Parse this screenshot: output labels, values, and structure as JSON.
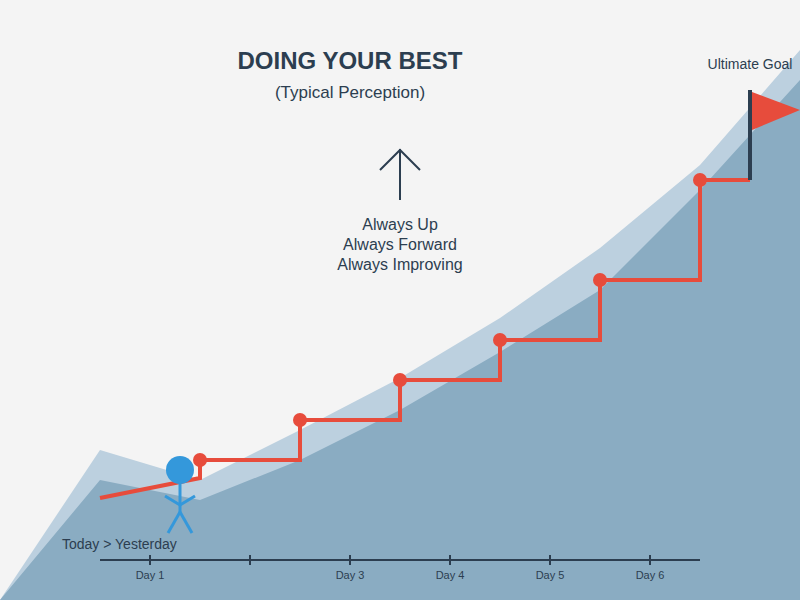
{
  "diagram": {
    "title": "DOING YOUR BEST",
    "labels": [
      "(Typical Perception)",
      "Always Up",
      "Always Forward",
      "Always Improving",
      "Ultimate Goal",
      "Today > Yesterday",
      "Day 1",
      "Day 3",
      "Day 4",
      "Day 5",
      "Day 6"
    ]
  }
}
